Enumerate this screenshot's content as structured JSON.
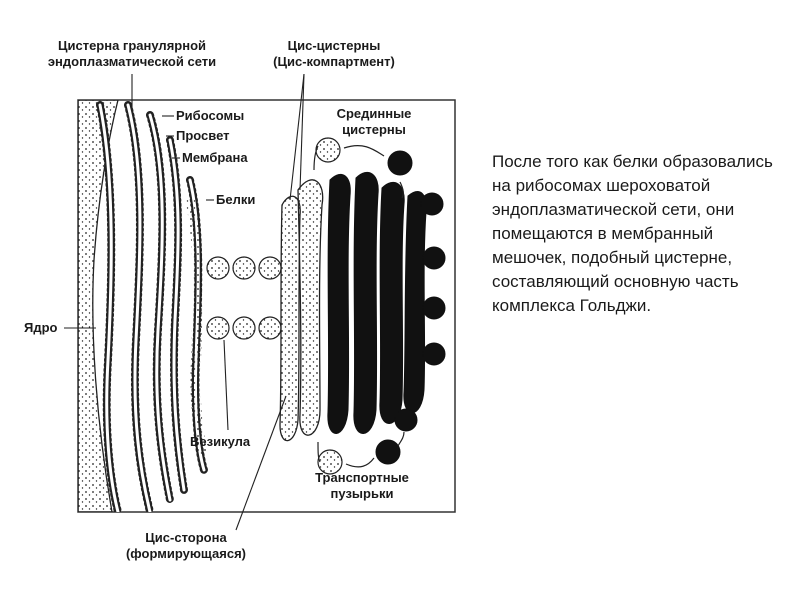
{
  "diagram": {
    "labels": {
      "er_cistern_line1": "Цистерна гранулярной",
      "er_cistern_line2": "эндоплазматической сети",
      "cis_cisterns_line1": "Цис-цистерны",
      "cis_cisterns_line2": "(Цис-компартмент)",
      "ribosomes": "Рибосомы",
      "lumen": "Просвет",
      "membrane": "Мембрана",
      "proteins": "Белки",
      "medial_line1": "Срединные",
      "medial_line2": "цистерны",
      "nucleus": "Ядро",
      "vesicle": "Везикула",
      "transport_line1": "Транспортные",
      "transport_line2": "пузырьки",
      "cis_side_line1": "Цис-сторона",
      "cis_side_line2": "(формирующаяся)"
    }
  },
  "caption": {
    "text": "После того как белки образовались на рибосомах шероховатой эндоплазматической сети, они помещаются в мембранный мешочек, подобный цистерне, составляющий основную часть комплекса Гольджи."
  }
}
